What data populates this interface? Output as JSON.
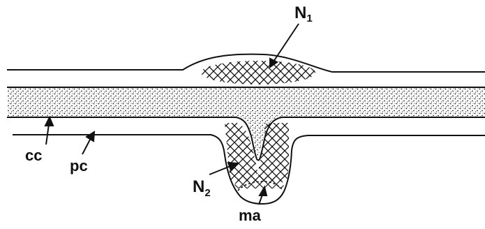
{
  "labels": {
    "n1": {
      "base": "N",
      "sub": "1"
    },
    "n2": {
      "base": "N",
      "sub": "2"
    },
    "cc": "cc",
    "pc": "pc",
    "ma": "ma"
  },
  "colors": {
    "ink": "#111111",
    "background": "#ffffff"
  }
}
